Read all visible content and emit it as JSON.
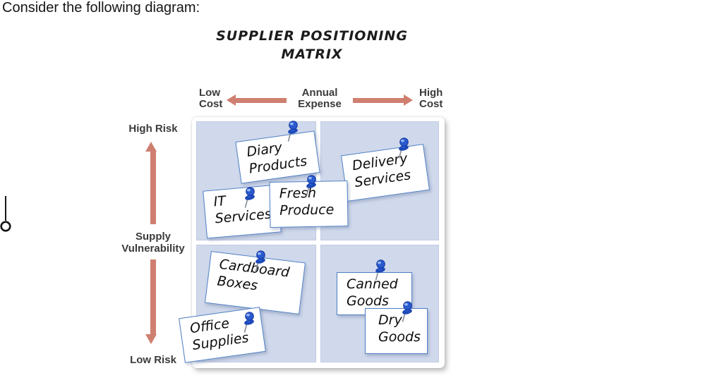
{
  "page": {
    "header": "Consider the following diagram:"
  },
  "diagram": {
    "title": "SUPPLIER POSITIONING\nMATRIX",
    "x_axis": {
      "left_label": "Low\nCost",
      "center_label": "Annual\nExpense",
      "right_label": "High\nCost"
    },
    "y_axis": {
      "top_label": "High Risk",
      "center_label": "Supply\nVulnerability",
      "bottom_label": "Low Risk"
    },
    "colors": {
      "arrow": "#CF7F70",
      "quadrant_bg": "#D0D9EC",
      "note_border": "#4D7FC4",
      "pin_blue": "#2A5AD0"
    },
    "notes": [
      {
        "id": "diary-products",
        "label": "Diary\nProducts",
        "quadrant": "high-risk-low-cost"
      },
      {
        "id": "it-services",
        "label": "IT\nServices",
        "quadrant": "high-risk-low-cost"
      },
      {
        "id": "fresh-produce",
        "label": "Fresh\nProduce",
        "quadrant": "high-risk-low-cost"
      },
      {
        "id": "delivery-services",
        "label": "Delivery\nServices",
        "quadrant": "high-risk-high-cost"
      },
      {
        "id": "cardboard-boxes",
        "label": "Cardboard\nBoxes",
        "quadrant": "low-risk-low-cost"
      },
      {
        "id": "office-supplies",
        "label": "Office\nSupplies",
        "quadrant": "low-risk-low-cost"
      },
      {
        "id": "canned-goods",
        "label": "Canned\nGoods",
        "quadrant": "low-risk-high-cost"
      },
      {
        "id": "dry-goods",
        "label": "Dry\nGoods",
        "quadrant": "low-risk-high-cost"
      }
    ]
  }
}
